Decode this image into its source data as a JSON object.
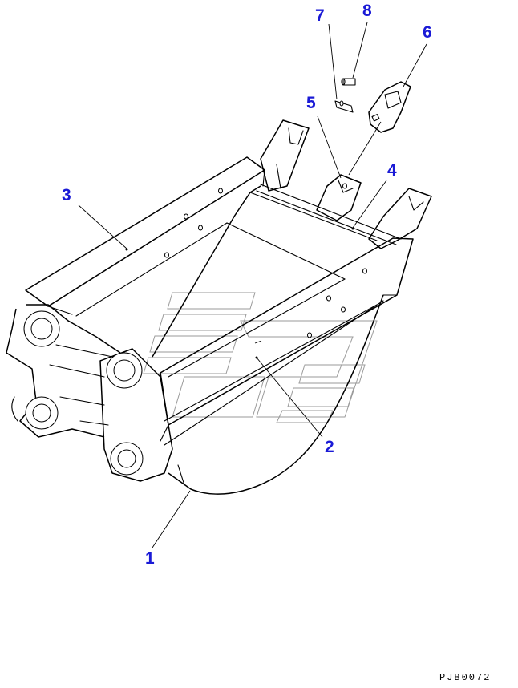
{
  "drawing_code": "PJB0072",
  "callouts": [
    {
      "id": "1",
      "label": "1"
    },
    {
      "id": "2",
      "label": "2"
    },
    {
      "id": "3",
      "label": "3"
    },
    {
      "id": "4",
      "label": "4"
    },
    {
      "id": "5",
      "label": "5"
    },
    {
      "id": "6",
      "label": "6"
    },
    {
      "id": "7",
      "label": "7"
    },
    {
      "id": "8",
      "label": "8"
    }
  ],
  "colors": {
    "callout_text": "#1a1ad6",
    "line": "#000000",
    "watermark": "#9a9a9a"
  }
}
